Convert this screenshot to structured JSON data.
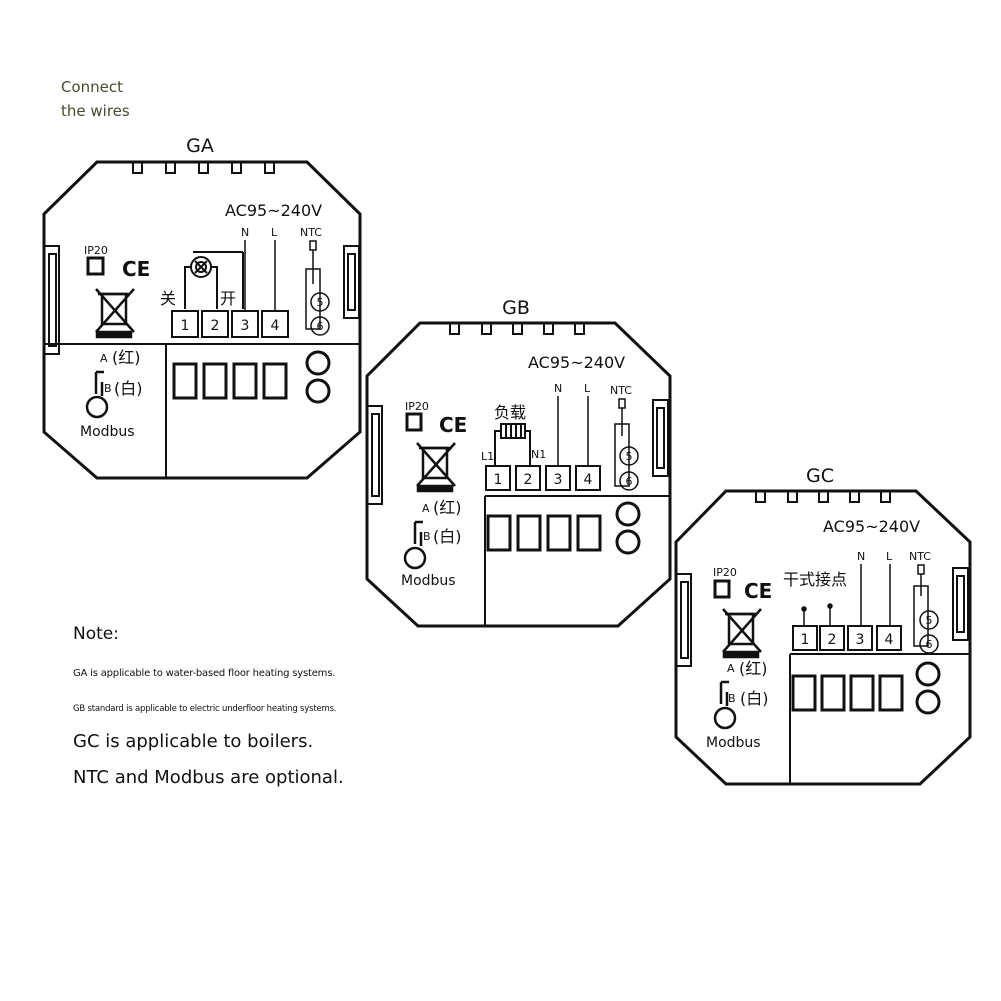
{
  "header": {
    "line1": "Connect",
    "line2": "the wires",
    "color": "#4a4a2e"
  },
  "units": [
    {
      "id": "ga",
      "title": "GA",
      "voltage": "AC95~240V",
      "ip": "IP20",
      "ce": "CE",
      "n_label": "N",
      "l_label": "L",
      "ntc": "NTC",
      "ntc_terminals": [
        "5",
        "6"
      ],
      "terminals": [
        "1",
        "2",
        "3",
        "4"
      ],
      "load_label": "",
      "off_label": "关",
      "on_label": "开",
      "l1_label": "",
      "n1_label": "",
      "a_letter": "A",
      "a_cn": "(红)",
      "b_letter": "B",
      "b_cn": "(白)",
      "modbus": "Modbus"
    },
    {
      "id": "gb",
      "title": "GB",
      "voltage": "AC95~240V",
      "ip": "IP20",
      "ce": "CE",
      "n_label": "N",
      "l_label": "L",
      "ntc": "NTC",
      "ntc_terminals": [
        "5",
        "6"
      ],
      "terminals": [
        "1",
        "2",
        "3",
        "4"
      ],
      "load_label": "负载",
      "off_label": "",
      "on_label": "",
      "l1_label": "L1",
      "n1_label": "N1",
      "a_letter": "A",
      "a_cn": "(红)",
      "b_letter": "B",
      "b_cn": "(白)",
      "modbus": "Modbus"
    },
    {
      "id": "gc",
      "title": "GC",
      "voltage": "AC95~240V",
      "ip": "IP20",
      "ce": "CE",
      "n_label": "N",
      "l_label": "L",
      "ntc": "NTC",
      "ntc_terminals": [
        "5",
        "6"
      ],
      "terminals": [
        "1",
        "2",
        "3",
        "4"
      ],
      "load_label": "干式接点",
      "off_label": "",
      "on_label": "",
      "l1_label": "",
      "n1_label": "",
      "a_letter": "A",
      "a_cn": "(红)",
      "b_letter": "B",
      "b_cn": "(白)",
      "modbus": "Modbus"
    }
  ],
  "notes": {
    "title": "Note:",
    "line1": "GA is applicable to water-based floor heating systems.",
    "line2": "GB standard is applicable to electric underfloor heating systems.",
    "line3": "GC is applicable to boilers.",
    "line4": "NTC and Modbus are optional."
  }
}
